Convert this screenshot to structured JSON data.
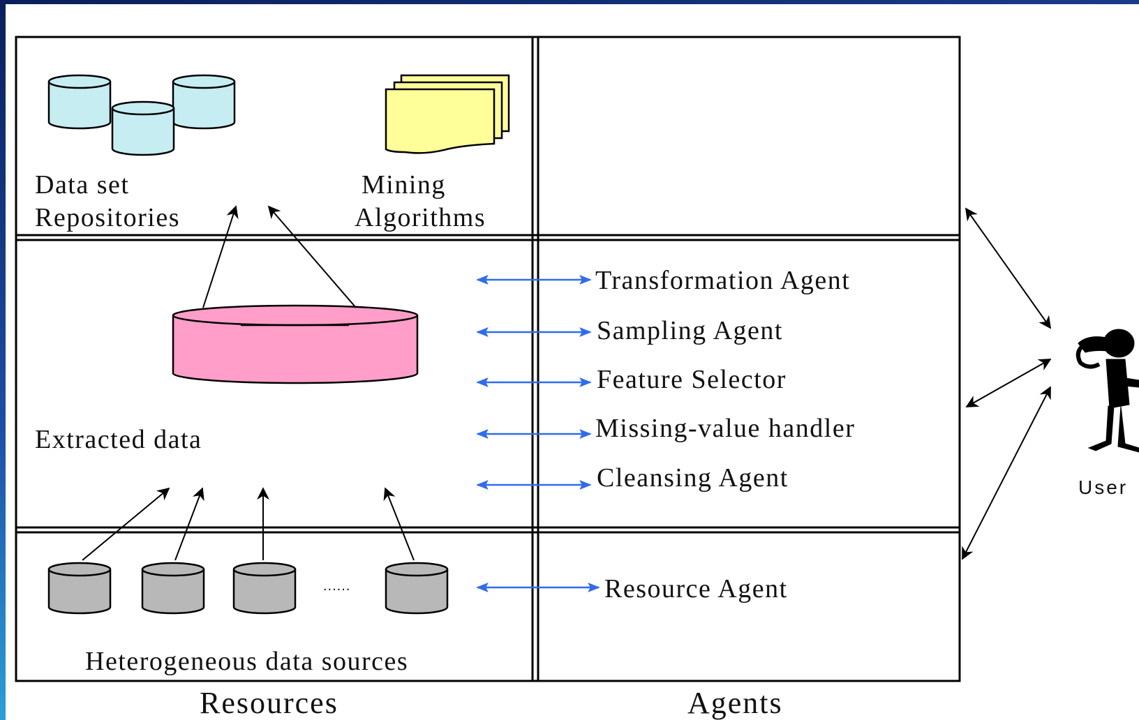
{
  "resources_panel": {
    "dataset_repositories_line1": "Data set",
    "dataset_repositories_line2": "Repositories",
    "mining_algorithms_line1": "Mining",
    "mining_algorithms_line2": "Algorithms",
    "extracted_data": "Extracted data",
    "ellipsis": "......",
    "heterogeneous_sources": "Heterogeneous data sources",
    "column_label": "Resources"
  },
  "agents_panel": {
    "agents": [
      "Transformation Agent",
      "Sampling Agent",
      "Feature Selector",
      "Missing-value handler",
      "Cleansing Agent"
    ],
    "resource_agent": "Resource Agent",
    "column_label": "Agents"
  },
  "user": {
    "label": "User",
    "icon": "user-figure-icon"
  },
  "colors": {
    "dataset_cylinder": "#c6eef2",
    "mining_docs": "#ffff99",
    "extracted_cylinder": "#ff9ec8",
    "source_cylinder": "#b8b8b8",
    "agent_arrow": "#2e6cf0",
    "frame_top": "#0a1f5c"
  }
}
